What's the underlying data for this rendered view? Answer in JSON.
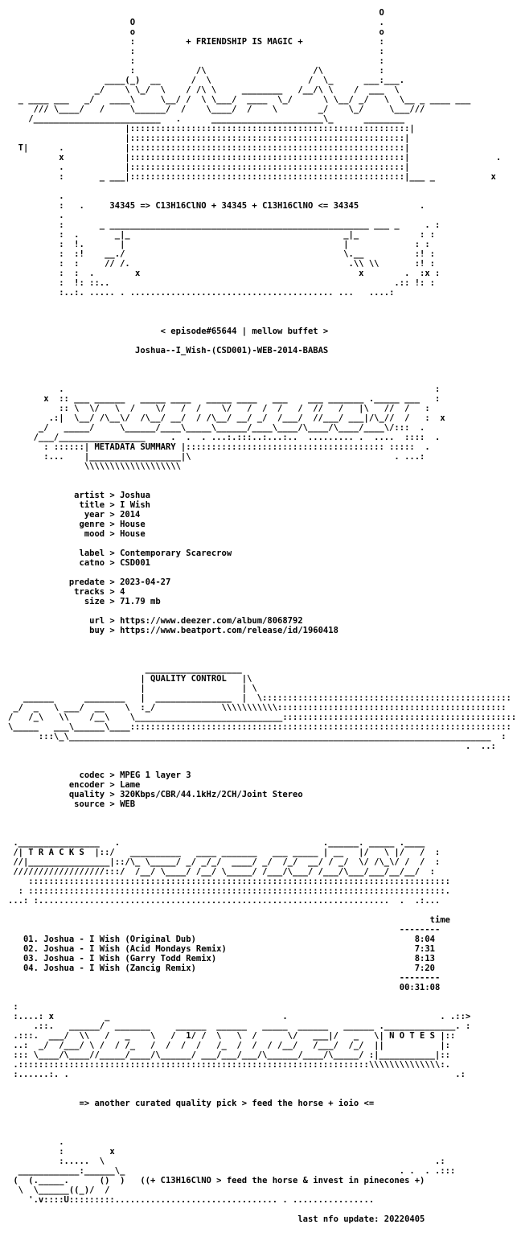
{
  "nfo": {
    "lines": [
      "                                                                         O",
      "                        O                                                .",
      "                        o                                                o",
      "                        :          + FRIENDSHIP IS MAGIC +               :",
      "                        :                                                :",
      "                        :                                                :",
      "                        :            /\\                     /\\           :",
      "                   ____(_)  __      /  \\                   /  \\_      ___:___.",
      "                 _/    \\ \\_/  \\    / /\\ \\     ________   /__/\\ \\    /  ___  \\",
      "  _ ____ ___   _/   ____\\     \\__/ /  \\ \\___/  ____  \\_/      \\ \\__/ _/   \\  \\__ _ ____ ___",
      "     /// \\____/   /     \\______/  /    \\____/  /    \\        _/    \\_/     \\___///",
      "    /_________________________   .      ______________________\\_      ________",
      "                       |:::::::::::::::::::::::::::::::::::::::::::::::::::::::|",
      "                       |::::::::::::::::::::::::::::::::::::::::::::::::::::::|",
      "  T|      .            |::::::::::::::::::::::::::::::::::::::::::::::::::::::|",
      "          x            |::::::::::::::::::::::::::::::::::::::::::::::::::::::|                 .",
      "          .            |::::::::::::::::::::::::::::::::::::::::::::::::::::::|",
      "          :       _ ___|::::::::::::::::::::::::::::::::::::::::::::::::::::::|___ _           x",
      "",
      "          .",
      "          :   .     34345 => C13H16ClNO + 34345 + C13H16ClNO <= 34345            .",
      "          .",
      "          :       _ ___________________________________________________ ___ _     . :",
      "          :  .       _|_                                          _|_            : :",
      "          :  !.       |                                           |             : :",
      "          :  :!    __./                                           \\.__          :! :",
      "          :  :     // /.                                           .\\\\ \\\\       :! :",
      "          :  :  .        x                                           x        .  :x :",
      "          :  !: ::..                                                        .:: !: :",
      "          :..:. ..... . ........................................ ...   ....:",
      "",
      "",
      "",
      "                              < episode#65644 | mellow buffet >",
      "",
      "                         Joshua--I_Wish-(CSD001)-WEB-2014-BABAS",
      "",
      "",
      "",
      "          .                                                                         :",
      "       x  :: ___ ______   _____ ____   _____ ____   ___    ___ _______ ._____ ___   :",
      "          :: \\  \\/   \\  /    \\/   /  /    \\/   /  /  /   /  //   /   |\\   //  /   :",
      "        .:|  \\__/ /\\__\\/  /\\__/ __/  / /\\__/ __/ _/  /___/  //___/ ___|/\\_//  /   :  x",
      "      _/   _____/     \\______/____\\_____\\______/____\\____/\\____/\\____/____\\/:::  .",
      "     /___/_________________     .  .  . ...:.:::..:...:..  ......... .  ....  ::::  .",
      "       : ::::::| METADATA SUMMARY |::::::::::::::::::::::::::::::::::::::: :::::  .",
      "       :...    |__________________|\\                                        . ...:",
      "               \\\\\\\\\\\\\\\\\\\\\\\\\\\\\\\\\\\\\\",
      "",
      "",
      "             artist > Joshua",
      "              title > I Wish",
      "               year > 2014",
      "              genre > House",
      "               mood > House",
      "",
      "              label > Contemporary Scarecrow",
      "              catno > CSD001",
      "",
      "            predate > 2023-04-27",
      "             tracks > 4",
      "               size > 71.79 mb",
      "",
      "                url > https://www.deezer.com/album/8068792",
      "                buy > https://www.beatport.com/release/id/1960418",
      "",
      "",
      "",
      "                           ___________________",
      "                          | QUALITY CONTROL   |\\",
      "                          |                   | \\",
      "   ______      ________   |  _______________  |  \\:::::::::::::::::::::::::::::::::::::::::::::::::",
      " _/  _   \\ ___/  __    \\  :_/             \\\\\\\\\\\\\\\\\\\\\\:::::::::::::::::::::::::::::::::::::::::::::  .",
      "/   /_\\   \\\\    /__\\    \\_____________________________:::::::::::::::::::::::::::::::::::::::::::::::  :",
      "\\_____   ___\\______\\____:::::::::::::::::::::::::::::::::::::::::::::::::::::::::::::::::::::::::::  :",
      "      :::\\_\\___________________________________________________________________________________  :",
      "                                                                                          .  ..:",
      "",
      "",
      "              codec > MPEG 1 layer 3",
      "            encoder > Lame",
      "            quality > 320Kbps/CBR/44.1kHz/2CH/Joint Stereo",
      "             source > WEB",
      "",
      "",
      "",
      " .________________   .                                        .______. _____ .____",
      " /| T R A C K S  |::/   __________   ____ _______   ___ _____ | __   |/   \\ |/   /  :",
      " //|________________|::/\\_ \\_____/ _/ _/_/  ____/ _/  /_/  __/ / _/  \\/ /\\_\\/ /  /  :",
      " //////////////////:::/  /__/ \\____/ /__/ \\_____/ /___/\\___/ /___/\\___/___/__/__/  :",
      "    :::::::::::::::::::::::::::::::::::::::::::::::::::::::::::::::::::::::::::::::::::",
      "  : ::::::::::::::::::::::::::::::::::::::::::::::::::::::::::::::::::::::::::::::::::.",
      "...: :.....................................................................  .  .:...",
      "",
      "                                                                                   time",
      "                                                                             --------",
      "   01. Joshua - I Wish (Original Dub)                                           8:04",
      "   02. Joshua - I Wish (Acid Mondays Remix)                                     7:31",
      "   03. Joshua - I Wish (Garry Todd Remix)                                       8:13",
      "   04. Joshua - I Wish (Zancig Remix)                                           7:20",
      "                                                                             --------",
      "                                                                             00:31:08",
      "",
      " :",
      " :....: x          _                                  .                              . .::>",
      "     .::.   ______/  _______     ______  ______   _____  ______   ______ .______________. :",
      " .:::.  ___/  \\\\   /   _    \\   /  1/ /  \\   \\  /      \\/   ___|/   _   \\| N O T E S |::",
      " ..:  _/  /___/ \\ /  / /_   /  /  /  /   /_  /  /  / /__/   /___/  /_/  ||           |:",
      " ::: \\____/\\____//_____/____/\\______/ ___/___/___/\\______/____/\\_____/ :|___________|::",
      " .:::::::::::::::::::::::::::::::::::::::::::::::::::::::::::::::::::::\\\\\\\\\\\\\\\\\\\\\\\\\\\\:.",
      " :......:. .                                                                            .:",
      "",
      "",
      "              => another curated quality pick > feed the horse + ioio <=",
      "",
      "",
      "",
      "          .",
      "          :         x",
      "          :.....  \\                                                                 .:",
      "  ____________:______\\_                                                      . .  . .:::",
      " (  (._____.      ()  )   ((+ C13H16ClNO > feed the horse & invest in pinecones +)",
      "  \\  \\______((_)/  /",
      "    '.v::::U:::::::::................................ . ................",
      "",
      "                                                         last nfo update: 20220405"
    ]
  }
}
